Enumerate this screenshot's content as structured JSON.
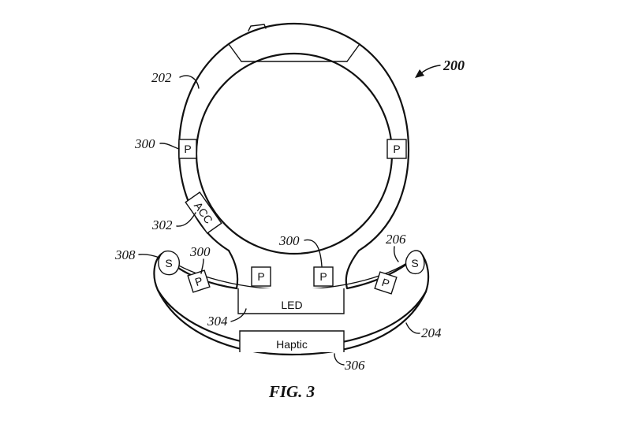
{
  "figure": {
    "caption": "FIG. 3",
    "refs": {
      "device": "200",
      "band": "202",
      "pressure_left": "300",
      "accelerometer": "302",
      "pressure_center": "300",
      "pressure_lower": "300",
      "speaker": "308",
      "clasp": "206",
      "led_module": "304",
      "base": "204",
      "haptic_module": "306"
    },
    "components": {
      "pressure_sensor": "P",
      "accelerometer": "ACC",
      "led": "LED",
      "haptic": "Haptic",
      "speaker": "S"
    }
  }
}
